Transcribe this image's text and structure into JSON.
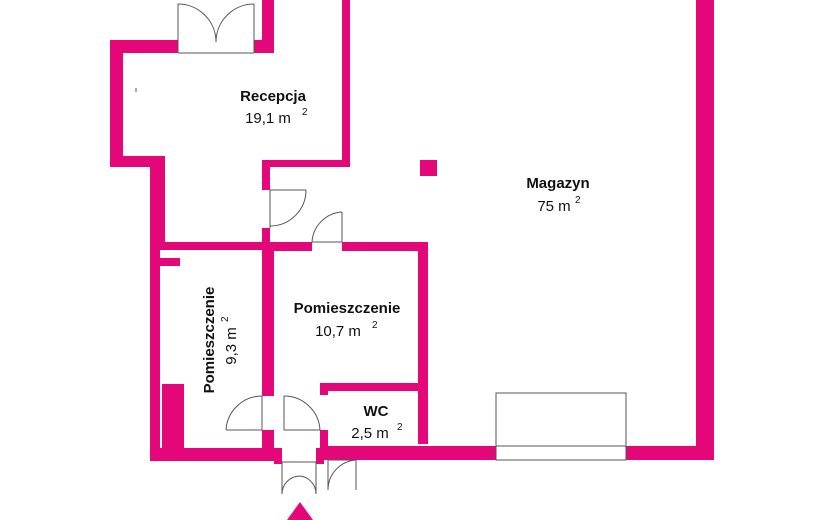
{
  "colors": {
    "wall": "#e4077a",
    "door": "#555555",
    "window": "#555555",
    "background": "#ffffff"
  },
  "rooms": [
    {
      "key": "recepcja",
      "name": "Recepcja",
      "area": "19,1 m",
      "sup": "2"
    },
    {
      "key": "magazyn",
      "name": "Magazyn",
      "area": "75 m",
      "sup": "2"
    },
    {
      "key": "pomieszczenie_large",
      "name": "Pomieszczenie",
      "area": "10,7 m",
      "sup": "2"
    },
    {
      "key": "pomieszczenie_small",
      "name": "Pomieszczenie",
      "area": "9,3 m",
      "sup": "2"
    },
    {
      "key": "wc",
      "name": "WC",
      "area": "2,5 m",
      "sup": "2"
    }
  ],
  "entrance_marker": "triangle-up-icon"
}
